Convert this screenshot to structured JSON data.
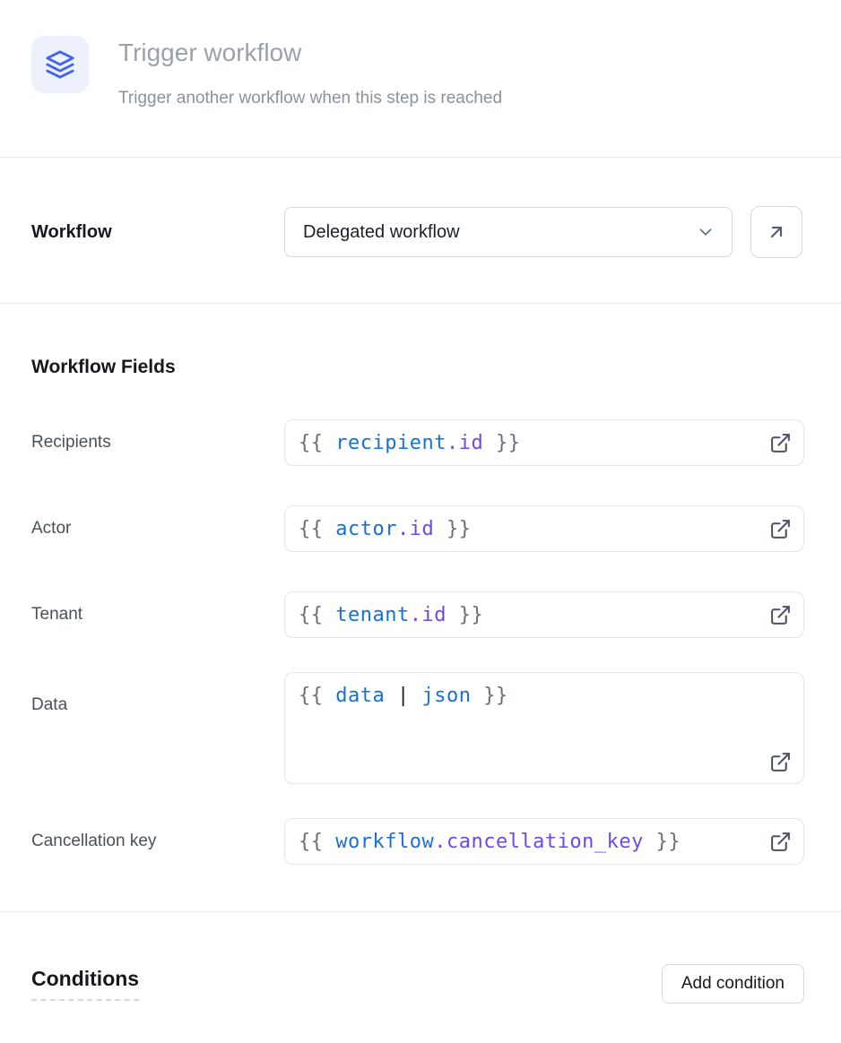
{
  "header": {
    "title": "Trigger workflow",
    "subtitle": "Trigger another workflow when this step is reached",
    "icon": "layers-icon"
  },
  "workflow_selector": {
    "label": "Workflow",
    "selected_option": "Delegated workflow"
  },
  "workflow_fields": {
    "heading": "Workflow Fields",
    "fields": [
      {
        "label": "Recipients",
        "value": "{{ recipient.id }}",
        "multiline": false,
        "tokens": [
          [
            "punct",
            "{{ "
          ],
          [
            "var",
            "recipient"
          ],
          [
            "prop",
            ".id"
          ],
          [
            "punct",
            " }}"
          ]
        ]
      },
      {
        "label": "Actor",
        "value": "{{ actor.id }}",
        "multiline": false,
        "tokens": [
          [
            "punct",
            "{{ "
          ],
          [
            "var",
            "actor"
          ],
          [
            "prop",
            ".id"
          ],
          [
            "punct",
            " }}"
          ]
        ]
      },
      {
        "label": "Tenant",
        "value": "{{ tenant.id }}",
        "multiline": false,
        "tokens": [
          [
            "punct",
            "{{ "
          ],
          [
            "var",
            "tenant"
          ],
          [
            "prop",
            ".id"
          ],
          [
            "punct",
            " }}"
          ]
        ]
      },
      {
        "label": "Data",
        "value": "{{ data | json }}",
        "multiline": true,
        "tokens": [
          [
            "punct",
            "{{ "
          ],
          [
            "var",
            "data"
          ],
          [
            "pipe",
            " | "
          ],
          [
            "var",
            "json"
          ],
          [
            "punct",
            " }}"
          ]
        ]
      },
      {
        "label": "Cancellation key",
        "value": "{{ workflow.cancellation_key }}",
        "multiline": false,
        "tokens": [
          [
            "punct",
            "{{ "
          ],
          [
            "var",
            "workflow"
          ],
          [
            "prop",
            ".cancellation_key"
          ],
          [
            "punct",
            " }}"
          ]
        ]
      }
    ]
  },
  "conditions": {
    "heading": "Conditions",
    "add_button_label": "Add condition"
  },
  "colors": {
    "accent_blue": "#4263eb",
    "accent_blue_bg": "#edf1fd",
    "code_var": "#1a6fd9",
    "code_prop": "#7048e8",
    "code_punct": "#68707c",
    "code_pipe": "#20242c"
  }
}
